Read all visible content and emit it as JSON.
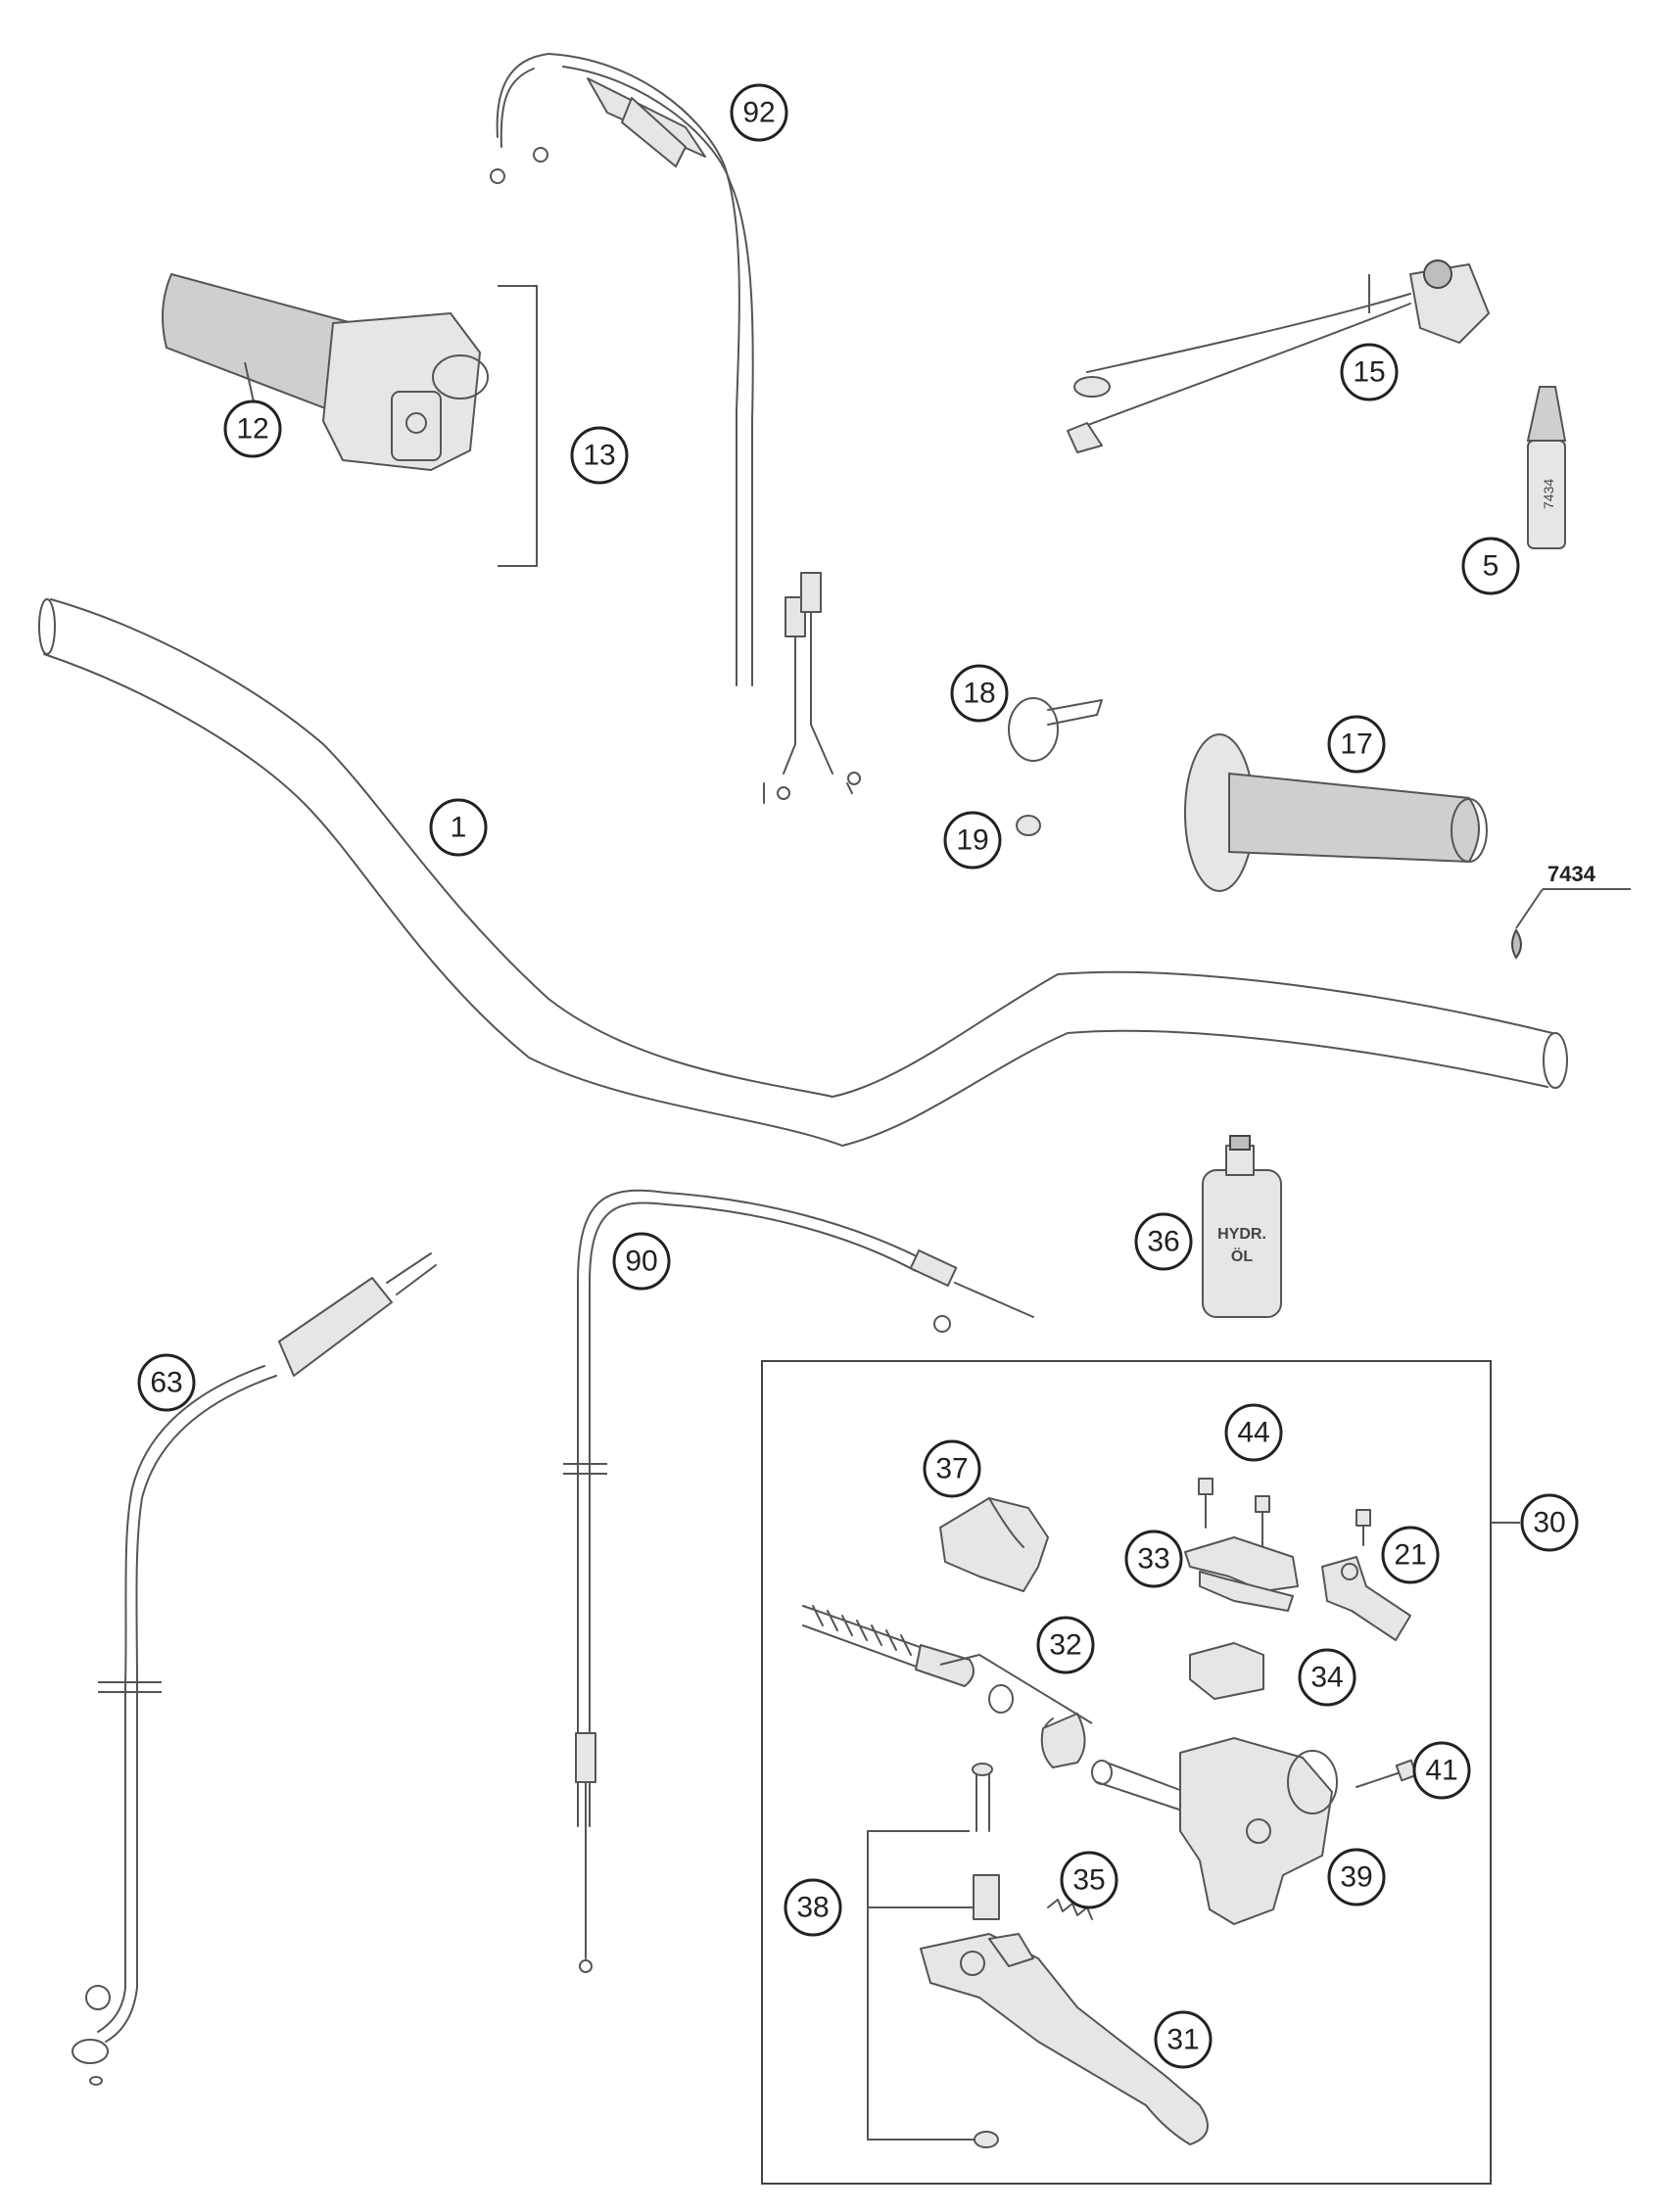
{
  "callouts": [
    {
      "id": "1",
      "label": "1"
    },
    {
      "id": "5",
      "label": "5"
    },
    {
      "id": "12",
      "label": "12"
    },
    {
      "id": "13",
      "label": "13"
    },
    {
      "id": "15",
      "label": "15"
    },
    {
      "id": "17",
      "label": "17"
    },
    {
      "id": "18",
      "label": "18"
    },
    {
      "id": "19",
      "label": "19"
    },
    {
      "id": "21",
      "label": "21"
    },
    {
      "id": "30",
      "label": "30"
    },
    {
      "id": "31",
      "label": "31"
    },
    {
      "id": "32",
      "label": "32"
    },
    {
      "id": "33",
      "label": "33"
    },
    {
      "id": "34",
      "label": "34"
    },
    {
      "id": "35",
      "label": "35"
    },
    {
      "id": "36",
      "label": "36"
    },
    {
      "id": "37",
      "label": "37"
    },
    {
      "id": "38",
      "label": "38"
    },
    {
      "id": "39",
      "label": "39"
    },
    {
      "id": "41",
      "label": "41"
    },
    {
      "id": "44",
      "label": "44"
    },
    {
      "id": "63",
      "label": "63"
    },
    {
      "id": "90",
      "label": "90"
    },
    {
      "id": "92",
      "label": "92"
    }
  ],
  "labels": {
    "threadlock_code": "7434",
    "tube_code": "7434",
    "bottle_line1": "HYDR.",
    "bottle_line2": "ÖL"
  }
}
